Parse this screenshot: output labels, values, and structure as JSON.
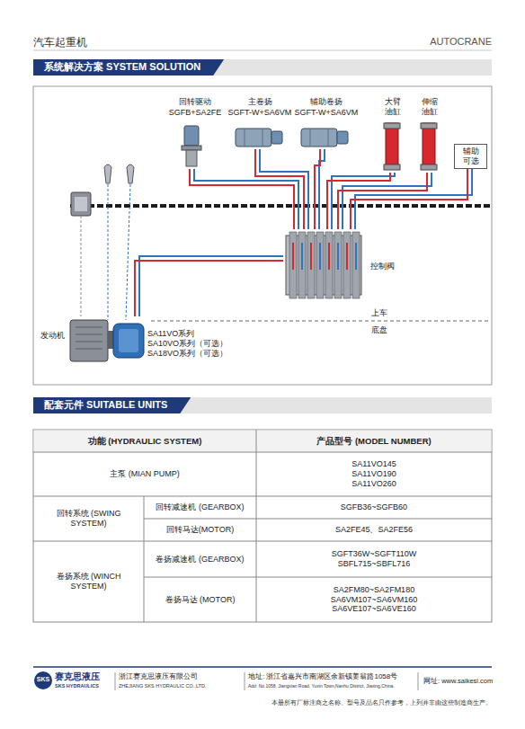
{
  "diagram": {
    "title": "汽车起重机",
    "nodes": [
      {
        "text": [
          "系统解决方案 SYSTEM SOLUTION"
        ]
      },
      {
        "text": [
          "回转驱动",
          "SGFB+SA2FE"
        ]
      },
      {
        "text": [
          "主卷扬",
          "SGFT-W+SA6VM"
        ]
      },
      {
        "text": [
          "辅助卷扬",
          "SGFT-W+SA6VM"
        ]
      },
      {
        "text": [
          "大臂 油缸"
        ]
      },
      {
        "text": [
          "伸缩 油缸"
        ]
      },
      {
        "text": [
          "辅助 可选"
        ]
      },
      {
        "text": [
          "控制阀"
        ]
      },
      {
        "text": [
          "发动机"
        ]
      },
      {
        "text": [
          "SA11VO系列",
          "SA10VO系列（可选）",
          "SA18VO系列（可选）"
        ]
      },
      {
        "text": [
          "配套元件 SUITABLE UNITS"
        ]
      }
    ],
    "edges": [
      {
        "from": 9,
        "to": 7,
        "arrow": "none"
      },
      {
        "from": 7,
        "to": 1,
        "arrow": "none"
      },
      {
        "from": 7,
        "to": 2,
        "arrow": "none"
      },
      {
        "from": 7,
        "to": 3,
        "arrow": "none"
      },
      {
        "from": 7,
        "to": 4,
        "arrow": "none"
      },
      {
        "from": 7,
        "to": 5,
        "arrow": "none"
      },
      {
        "from": 7,
        "to": 6,
        "arrow": "none"
      }
    ],
    "labels": [
      "AUTOCRANE",
      "功能 (HYDRAULIC SYSTEM)",
      "产品型号 (MODEL NUMBER)",
      "主泵 (MIAN PUMP)",
      "SA11VO145 SA11VO190 SA11VO260",
      "回转系统 (SWING SYSTEM)",
      "回转减速机 (GEARBOX)",
      "SGFB36~SGFB60",
      "回转马达(MOTOR)",
      "SA2FE45、SA2FE56",
      "卷扬系统 (WINCH SYSTEM)",
      "卷扬减速机 (GEARBOX)",
      "SGFT36W~SGFT110W SBFL715~SBFL716",
      "卷扬马达 (MOTOR)",
      "SA2FM80~SA2FM180 SA6VM107~SA6VM160 SA6VE107~SA6VE160",
      "赛克思液压",
      "SKS HYDRAULICS",
      "浙江赛克思液压有限公司",
      "ZHEJIANG SKS HYDRAULIC CO.,LTD.",
      "地址: 浙江省嘉兴市南湖区余新镇姜翁路1058号",
      "Add: No.1058, Jiangxian Road, Yuxin Town,Nanhu District, Jiaxing,China.",
      "网址: www.saikesi.com",
      "本册所有厂标注商之名称、型号及品名只作参考，上列并非由这些制造商生产。",
      "上车",
      "底盘",
      "SKS"
    ]
  }
}
